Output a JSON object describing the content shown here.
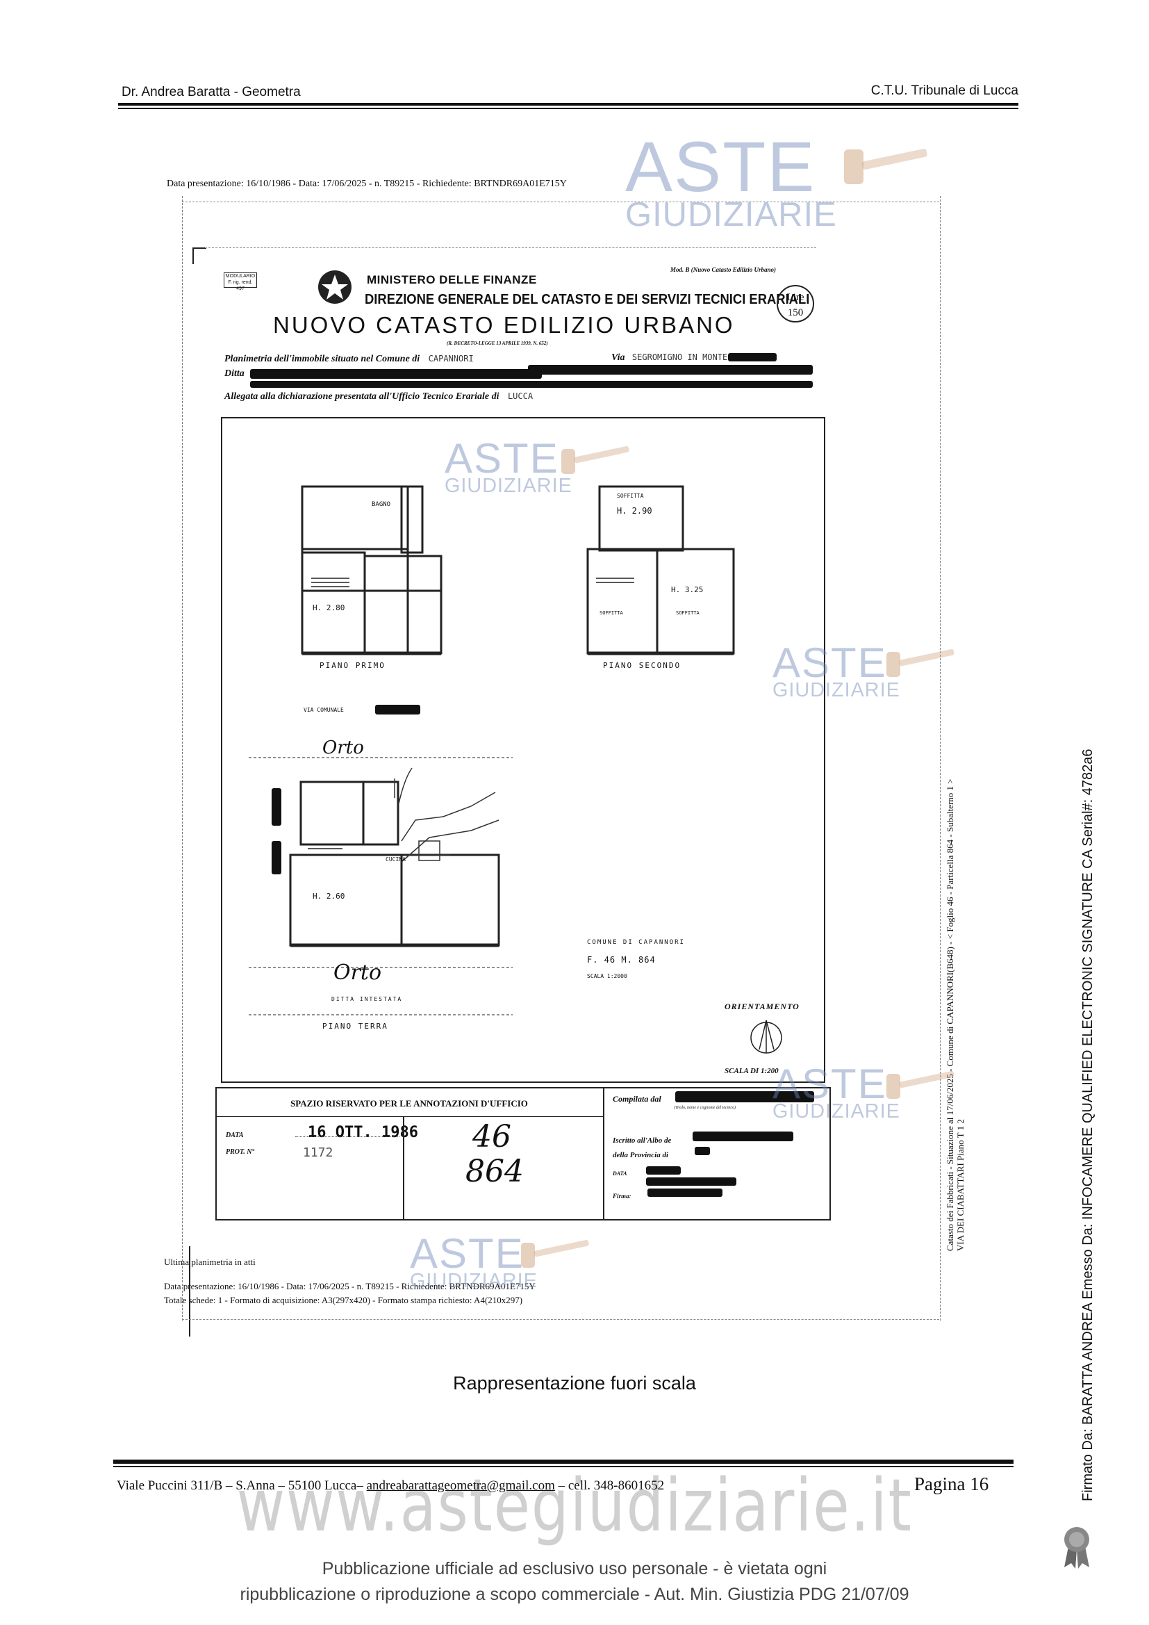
{
  "header": {
    "left": "Dr. Andrea Baratta - Geometra",
    "right": "C.T.U. Tribunale di Lucca"
  },
  "scan": {
    "top_meta": "Data presentazione: 16/10/1986 - Data: 17/06/2025 - n. T89215 - Richiedente: BRTNDR69A01E715Y",
    "modulario": "MODULARIO",
    "modulario_code": "F. rig. rend. 497",
    "mod_b": "Mod. B (Nuovo Catasto Edilizio Urbano)",
    "ministry": "MINISTERO DELLE FINANZE",
    "direzione": "DIREZIONE GENERALE DEL CATASTO E DEI SERVIZI TECNICI ERARIALI",
    "nceu": "NUOVO CATASTO EDILIZIO URBANO",
    "decreto": "(R. DECRETO-LEGGE 13 APRILE 1939, N. 652)",
    "lire_label": "Lire",
    "lire_value": "150",
    "planimetria_label": "Planimetria dell'immobile situato nel Comune di",
    "comune_value": "CAPANNORI",
    "via_label": "Via",
    "via_value": "SEGROMIGNO IN MONTE -",
    "ditta_label": "Ditta",
    "allegata_label": "Allegata alla dichiarazione presentata all'Ufficio Tecnico Erariale di",
    "allegata_value": "LUCCA",
    "plans": {
      "bagno": "BAGNO",
      "h_primo": "H. 2.80",
      "piano_primo": "PIANO PRIMO",
      "soffitta_top": "SOFFITTA",
      "h_soffitta": "H. 2.90",
      "h_secondo": "H. 3.25",
      "soffitta_a": "SOFFITTA",
      "soffitta_b": "SOFFITTA",
      "piano_secondo": "PIANO SECONDO",
      "via_comunale": "VIA COMUNALE",
      "orto_top": "Orto",
      "cucina": "CUCINA",
      "h_terra": "H. 2.60",
      "orto_bottom": "Orto",
      "ditta_intestata": "DITTA INTESTATA",
      "piano_terra": "PIANO TERRA",
      "comune_map": "COMUNE DI CAPANNORI",
      "foglio_map": "F. 46    M. 864",
      "scala_map": "SCALA 1:2000",
      "orientamento": "ORIENTAMENTO",
      "scala_di": "SCALA DI 1:200"
    },
    "annotations_title": "SPAZIO RISERVATO PER LE ANNOTAZIONI D'UFFICIO",
    "data_label": "DATA",
    "prot_label": "PROT. N°",
    "data_stamp": "16 OTT. 1986",
    "prot_stamp": "1172",
    "foglio_hand": "46",
    "mappale_hand": "864",
    "compilata_label": "Compilata dal",
    "compilata_sub": "(Titolo, nome e cognome del tecnico)",
    "iscritto_label": "Iscritto all'Albo de",
    "provincia_label": "della Provincia di",
    "data2_label": "DATA",
    "firma_label": "Firma:",
    "ultima": "Ultima planimetria in atti",
    "bottom_meta1": "Data presentazione: 16/10/1986 - Data: 17/06/2025 - n. T89215 - Richiedente: BRTNDR69A01E715Y",
    "bottom_meta2": "Totale schede: 1 - Formato di acquisizione: A3(297x420) - Formato stampa richiesto: A4(210x297)",
    "side_line1": "Catasto dei Fabbricati - Situazione al 17/06/2025 - Comune di CAPANNORI(B648) - < Foglio 46 - Particella 864 - Subalterno 1 >",
    "side_line2": "VIA DEI CIABATTARI Piano T 1 2"
  },
  "watermark": {
    "aste": "ASTE",
    "giudiziarie": "GIUDIZIARIE"
  },
  "caption": "Rappresentazione fuori scala",
  "footer": {
    "address_prefix": "Viale Puccini 311/B – S.Anna – 55100 Lucca–",
    "email": "andreabarattageometra@gmail.com",
    "address_suffix": "– cell. 348-8601652",
    "page": "Pagina 16",
    "site_watermark": "www.astegiudiziarie.it"
  },
  "publication": {
    "line1": "Pubblicazione ufficiale ad esclusivo uso personale - è vietata ogni",
    "line2": "ripubblicazione o riproduzione a scopo commerciale - Aut. Min. Giustizia PDG 21/07/09"
  },
  "signature": "Firmato Da: BARATTA ANDREA Emesso Da: INFOCAMERE QUALIFIED ELECTRONIC SIGNATURE CA Serial#: 4782a6"
}
